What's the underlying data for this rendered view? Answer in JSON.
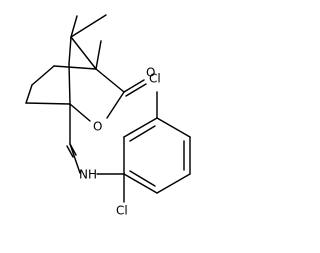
{
  "molecule": {
    "atom_labels": {
      "ring_oxygen": "O",
      "carbonyl_oxygen": "O",
      "amide_nitrogen": "NH",
      "chlorine_top": "Cl",
      "chlorine_bottom": "Cl"
    }
  }
}
